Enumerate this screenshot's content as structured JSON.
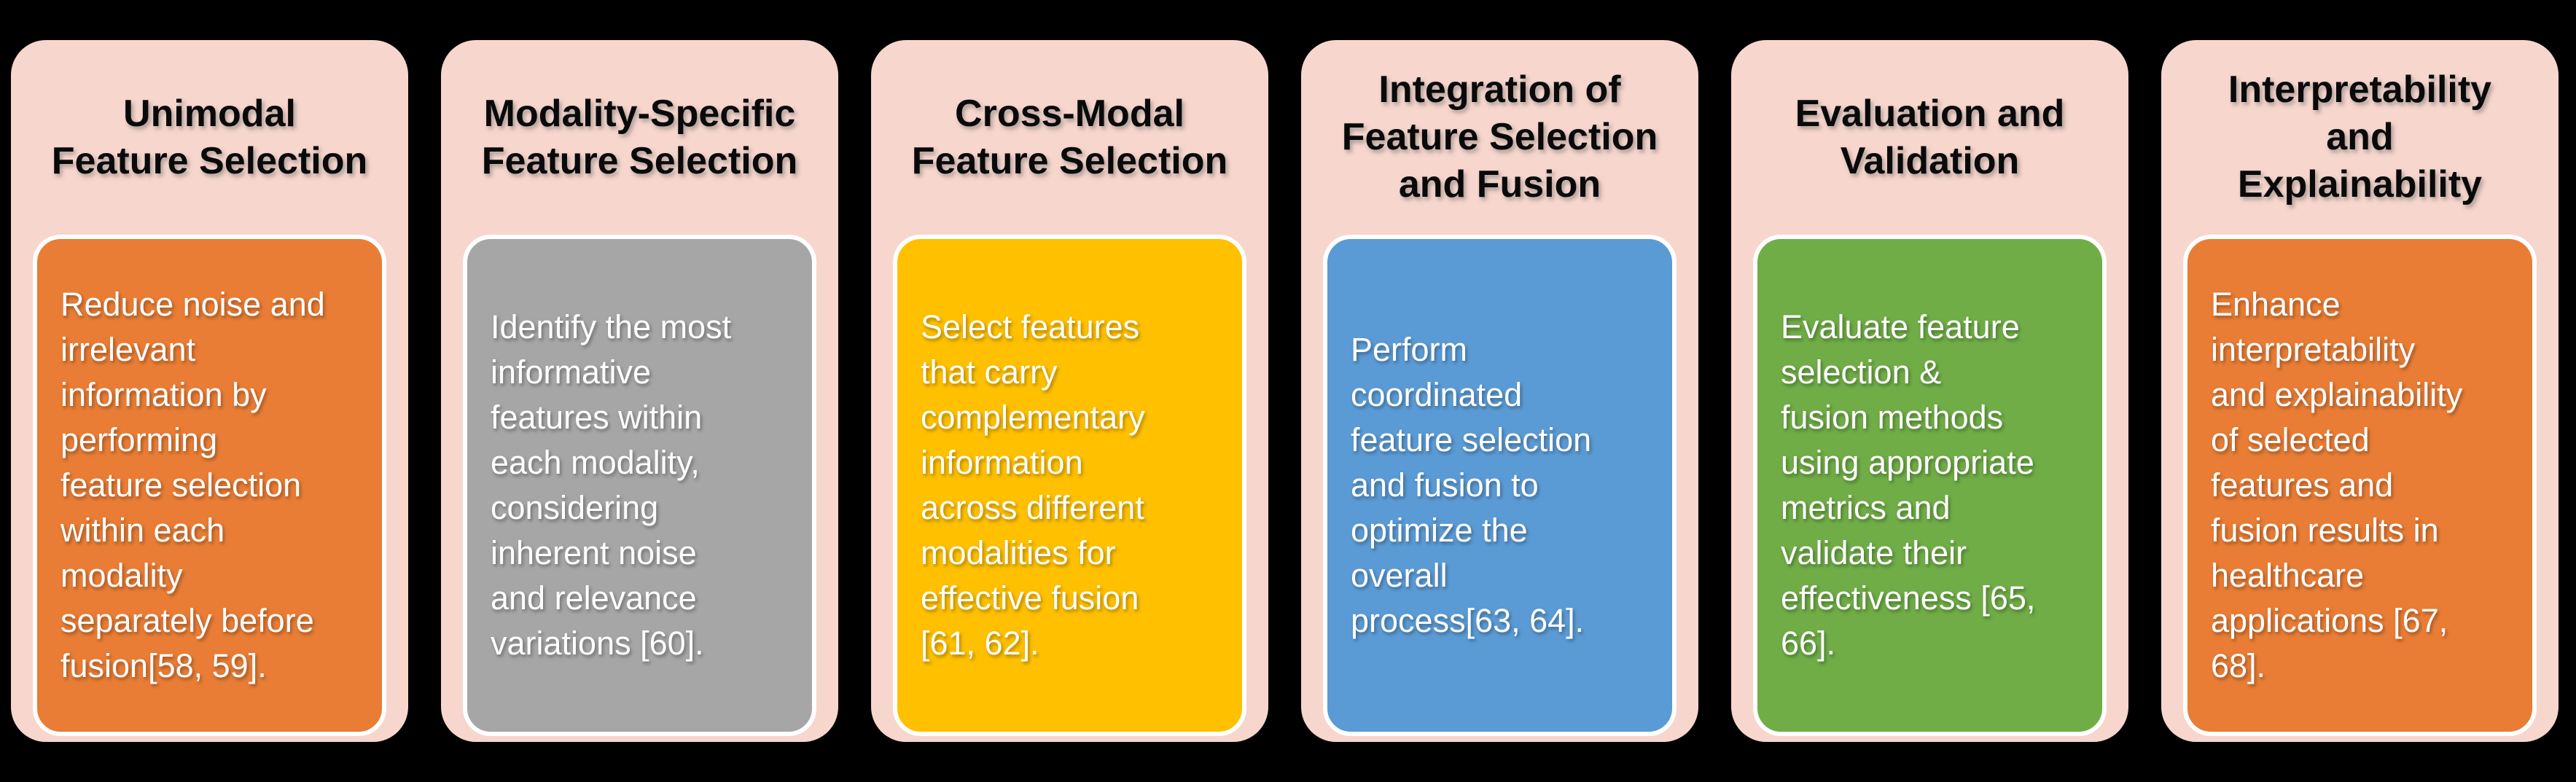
{
  "diagram": {
    "description_colors": {
      "background": "#000000",
      "card_background_pink": "#F7D6CD",
      "inner_border_white": "#FFFFFF",
      "title_text": "#0A0A0A",
      "body_text": "#FFFFFF"
    },
    "cards": [
      {
        "title": "Unimodal\nFeature Selection",
        "body": "Reduce noise and\nirrelevant\ninformation by\nperforming\nfeature selection\nwithin each\nmodality\nseparately before\nfusion[58, 59].",
        "color": "#E97D35"
      },
      {
        "title": "Modality-Specific\nFeature Selection",
        "body": "Identify the most\ninformative\nfeatures within\neach modality,\nconsidering\ninherent noise\nand relevance\nvariations [60].",
        "color": "#A6A6A6"
      },
      {
        "title": "Cross-Modal\nFeature Selection",
        "body": "Select features\nthat carry\ncomplementary\ninformation\nacross different\nmodalities for\neffective fusion\n[61, 62].",
        "color": "#FFC000"
      },
      {
        "title": "Integration of\nFeature Selection\nand Fusion",
        "body": "Perform\ncoordinated\nfeature selection\nand fusion to\noptimize the\noverall\nprocess[63, 64].",
        "color": "#5B9BD5"
      },
      {
        "title": "Evaluation and\nValidation",
        "body": "Evaluate feature\nselection &\nfusion methods\nusing appropriate\nmetrics and\nvalidate their\neffectiveness [65,\n66].",
        "color": "#70AD47"
      },
      {
        "title": "Interpretability\nand\nExplainability",
        "body": "Enhance\ninterpretability\nand explainability\nof selected\nfeatures and\nfusion results in\nhealthcare\napplications [67,\n68].",
        "color": "#E97D35"
      }
    ]
  }
}
